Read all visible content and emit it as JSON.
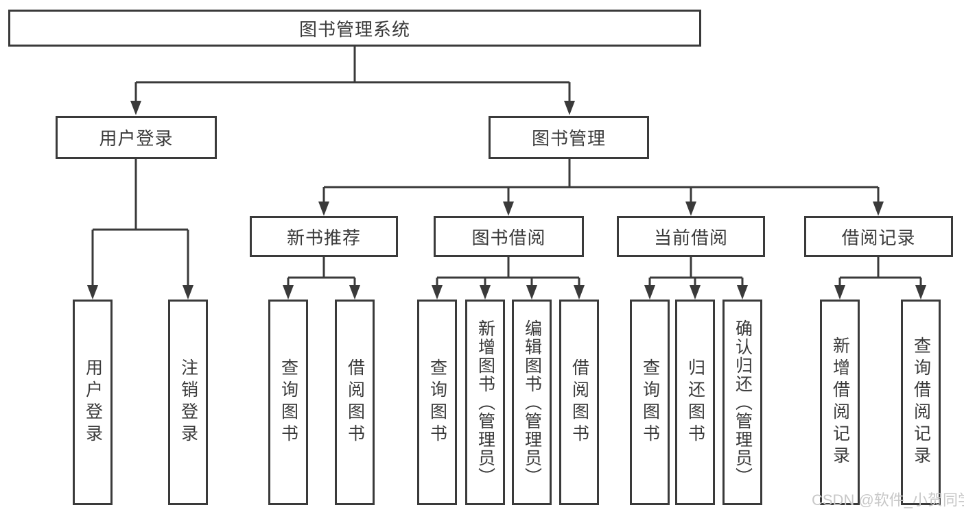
{
  "diagram": {
    "root": {
      "label": "图书管理系统"
    },
    "level2": {
      "user_login": {
        "label": "用户登录"
      },
      "book_management": {
        "label": "图书管理"
      }
    },
    "level3": {
      "new_book_recommendation": {
        "label": "新书推荐"
      },
      "book_borrowing": {
        "label": "图书借阅"
      },
      "current_borrowing": {
        "label": "当前借阅"
      },
      "borrowing_records": {
        "label": "借阅记录"
      }
    },
    "leaves": {
      "user_login": [
        "用户登录",
        "注销登录"
      ],
      "new_book_recommendation": [
        "查询图书",
        "借阅图书"
      ],
      "book_borrowing": [
        "查询图书",
        "新增图书（管理员）",
        "编辑图书（管理员）",
        "借阅图书"
      ],
      "current_borrowing": [
        "查询图书",
        "归还图书",
        "确认归还（管理员）"
      ],
      "borrowing_records": [
        "新增借阅记录",
        "查询借阅记录"
      ]
    }
  },
  "watermark": {
    "text": "CSDN @软件_小贺同学"
  },
  "colors": {
    "line": "#3a3a3a",
    "text": "#3a3a3a",
    "watermark": "#c8c8c8",
    "background": "#ffffff"
  }
}
